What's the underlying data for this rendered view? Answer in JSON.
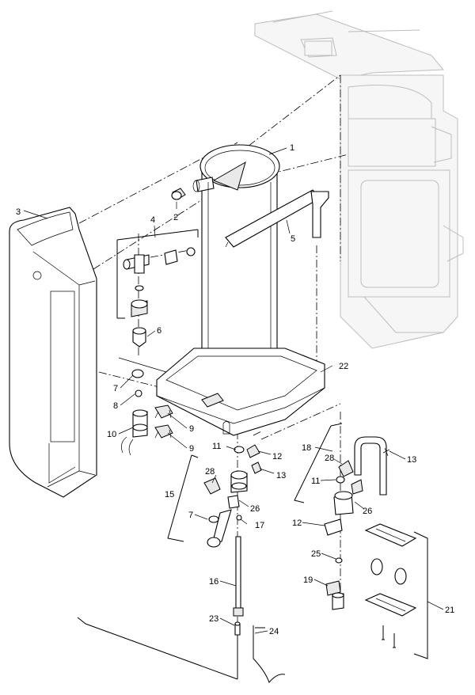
{
  "callouts": {
    "c1": "1",
    "c2": "2",
    "c3": "3",
    "c4": "4",
    "c5": "5",
    "c6": "6",
    "c7a": "7",
    "c7b": "7",
    "c8": "8",
    "c9a": "9",
    "c9b": "9",
    "c10": "10",
    "c11a": "11",
    "c11b": "11",
    "c12a": "12",
    "c12b": "12",
    "c13a": "13",
    "c13b": "13",
    "c15": "15",
    "c16": "16",
    "c17": "17",
    "c18": "18",
    "c19": "19",
    "c21": "21",
    "c22": "22",
    "c23": "23",
    "c24": "24",
    "c25": "25",
    "c26a": "26",
    "c26b": "26",
    "c28a": "28",
    "c28b": "28"
  }
}
